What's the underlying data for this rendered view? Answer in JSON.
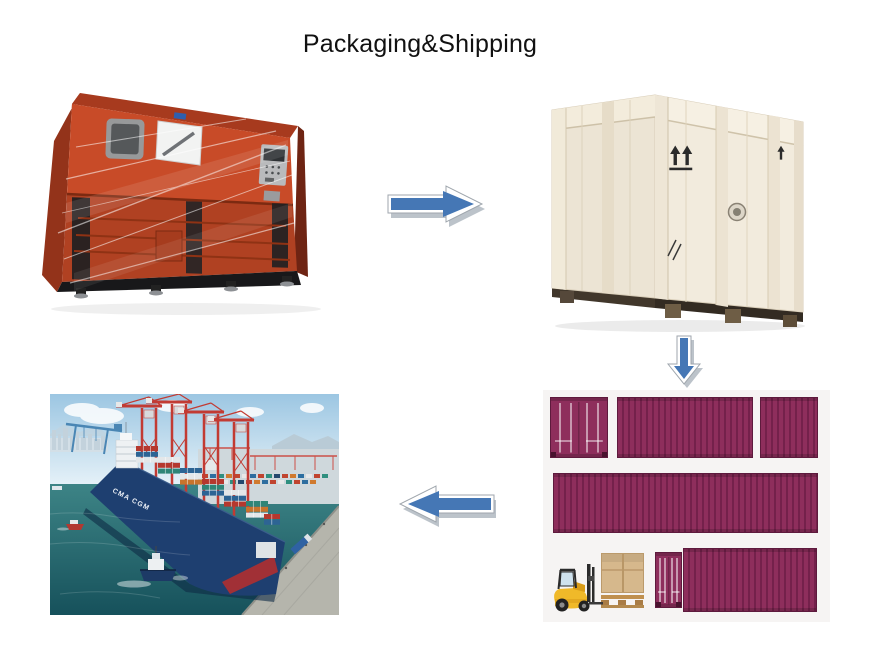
{
  "title": "Packaging&Shipping",
  "panels": {
    "machine": {
      "alt": "Industrial machine wrapped in protective stretch film"
    },
    "crate": {
      "alt": "Plywood export packing crate on wooden pallet"
    },
    "containers": {
      "alt": "Shipping containers with forklift loading a palletized box"
    },
    "ship": {
      "alt": "Container ship loaded by red gantry cranes at a port"
    }
  },
  "ship": {
    "hull_text": "CMA CGM"
  },
  "arrows": {
    "right": {
      "direction": "right"
    },
    "down": {
      "direction": "down"
    },
    "left": {
      "direction": "left"
    }
  },
  "colors": {
    "accent_blue": "#4577b5",
    "arrow_shadow": "#bcc3ca",
    "container_magenta": "#8e2e5c",
    "container_dark": "#74214b",
    "panel_bg": "#f6f4f3",
    "forklift_yellow": "#f0b929",
    "box_tan": "#d6b88c",
    "pallet_brown": "#c0904f",
    "crate_wood": "#f2ebdd",
    "crate_wood_side": "#ece4d4",
    "machine_orange": "#c84b28",
    "machine_base_black": "#18181a",
    "sea_teal": "#2e7478",
    "sky_blue": "#aacfe6",
    "crane_red": "#c23b33",
    "hull_navy": "#1e3f70",
    "quay_gray": "#b5b5ac",
    "title_black": "#111111"
  }
}
